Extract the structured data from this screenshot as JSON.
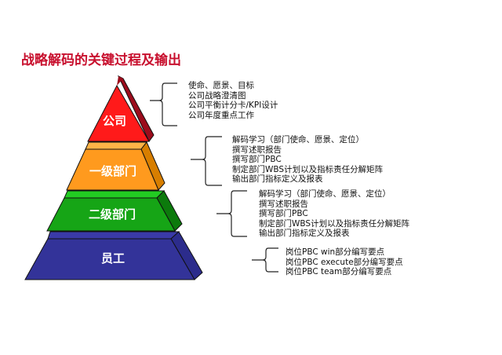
{
  "title": "战略解码的关键过程及输出",
  "colors": {
    "title": "#c8102e",
    "company_front": "#ff1a1a",
    "company_side": "#9b0c1c",
    "level1_front": "#ff9a1e",
    "level1_top": "#ffb347",
    "level1_side": "#d77e00",
    "level2_front": "#16a516",
    "level2_top": "#22cc22",
    "level2_side": "#0c7a0c",
    "staff_front": "#333399",
    "staff_top": "#3a3aa8",
    "staff_side": "#2c2c8c"
  },
  "pyramid": {
    "layers": [
      {
        "label": "公司"
      },
      {
        "label": "一级部门"
      },
      {
        "label": "二级部门"
      },
      {
        "label": "员工"
      }
    ]
  },
  "groups": [
    {
      "items": [
        "使命、愿景、目标",
        "公司战略澄清图",
        "公司平衡计分卡/KPI设计",
        "公司年度重点工作"
      ]
    },
    {
      "items": [
        "解码学习（部门使命、愿景、定位）",
        "撰写述职报告",
        "撰写部门PBC",
        "制定部门WBS计划以及指标责任分解矩阵",
        "输出部门指标定义及报表"
      ]
    },
    {
      "items": [
        "解码学习（部门使命、愿景、定位）",
        "撰写述职报告",
        "撰写部门PBC",
        "制定部门WBS计划以及指标责任分解矩阵",
        "输出部门指标定义及报表"
      ]
    },
    {
      "items": [
        "岗位PBC win部分编写要点",
        "岗位PBC execute部分编写要点",
        "岗位PBC team部分编写要点"
      ]
    }
  ]
}
